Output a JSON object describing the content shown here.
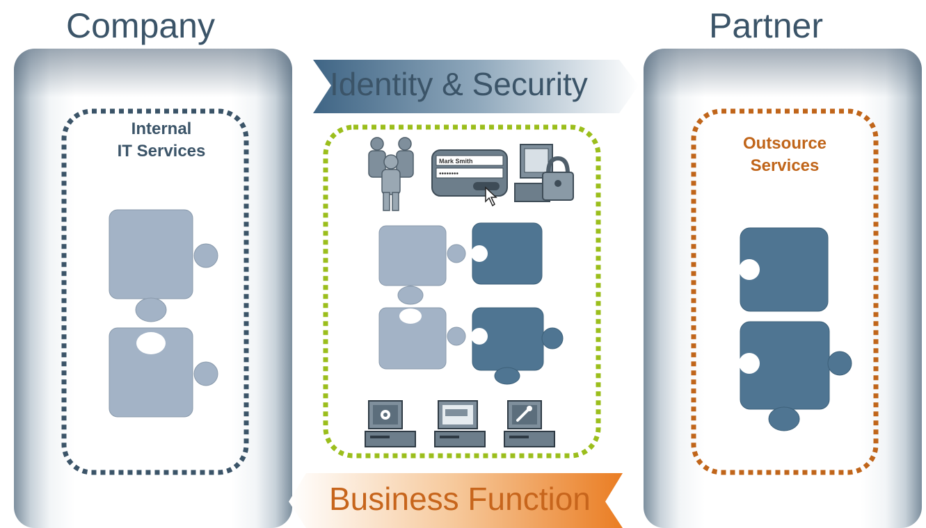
{
  "left": {
    "title": "Company",
    "box_label_line1": "Internal",
    "box_label_line2": "IT Services"
  },
  "right": {
    "title": "Partner",
    "box_label_line1": "Outsource",
    "box_label_line2": "Services"
  },
  "center": {
    "top_banner": "Identity & Security",
    "bottom_banner": "Business Function",
    "login_card": {
      "name_field": "Mark Smith",
      "password_field": "••••••••"
    }
  },
  "colors": {
    "light_piece": "#a3b3c6",
    "dark_piece": "#4f7592",
    "internal_border": "#3b5468",
    "center_border": "#9bbe1c",
    "outsource_border": "#c0651a",
    "business_text": "#c7651c"
  },
  "icons": [
    "users-icon",
    "login-card-icon",
    "locked-computer-icon",
    "computer-settings-icon",
    "computer-window-icon",
    "computer-tools-icon"
  ]
}
